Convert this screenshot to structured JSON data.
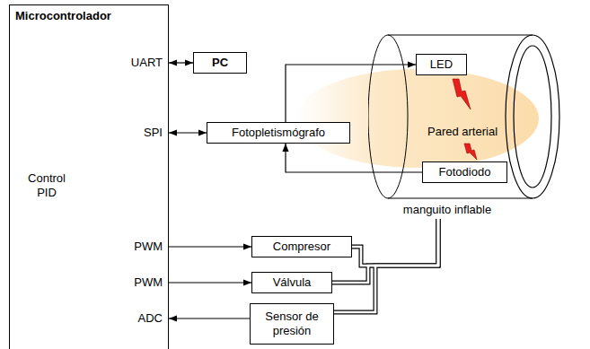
{
  "diagram": {
    "nodes": [
      {
        "text": [
          "Microcontrolador"
        ]
      },
      {
        "text": [
          "PC"
        ]
      },
      {
        "text": [
          "Fotopletismógrafo"
        ]
      },
      {
        "text": [
          "Pared arterial",
          "manguito inflable"
        ]
      },
      {
        "text": [
          "LED"
        ],
        "in": 3
      },
      {
        "text": [
          "Fotodiodo"
        ],
        "in": 3
      },
      {
        "text": [
          "Compresor"
        ]
      },
      {
        "text": [
          "Válvula"
        ]
      },
      {
        "text": [
          "Sensor de presión"
        ]
      }
    ],
    "edges": [
      {
        "from": 0,
        "to": 1,
        "arrow": "both"
      },
      {
        "from": 0,
        "to": 2,
        "arrow": "both"
      },
      {
        "from": 2,
        "to": 4,
        "arrow": "to"
      },
      {
        "from": 5,
        "to": 2,
        "arrow": "to"
      },
      {
        "from": 0,
        "to": 6,
        "arrow": "to"
      },
      {
        "from": 0,
        "to": 7,
        "arrow": "to"
      },
      {
        "from": 8,
        "to": 0,
        "arrow": "to"
      },
      {
        "from": 6,
        "to": 3,
        "arrow": "none"
      },
      {
        "from": 7,
        "to": 3,
        "arrow": "none"
      },
      {
        "from": 8,
        "to": 3,
        "arrow": "none"
      }
    ],
    "labels": [
      "UART",
      "SPI",
      "Control PID",
      "PWM",
      "PWM",
      "ADC"
    ]
  }
}
